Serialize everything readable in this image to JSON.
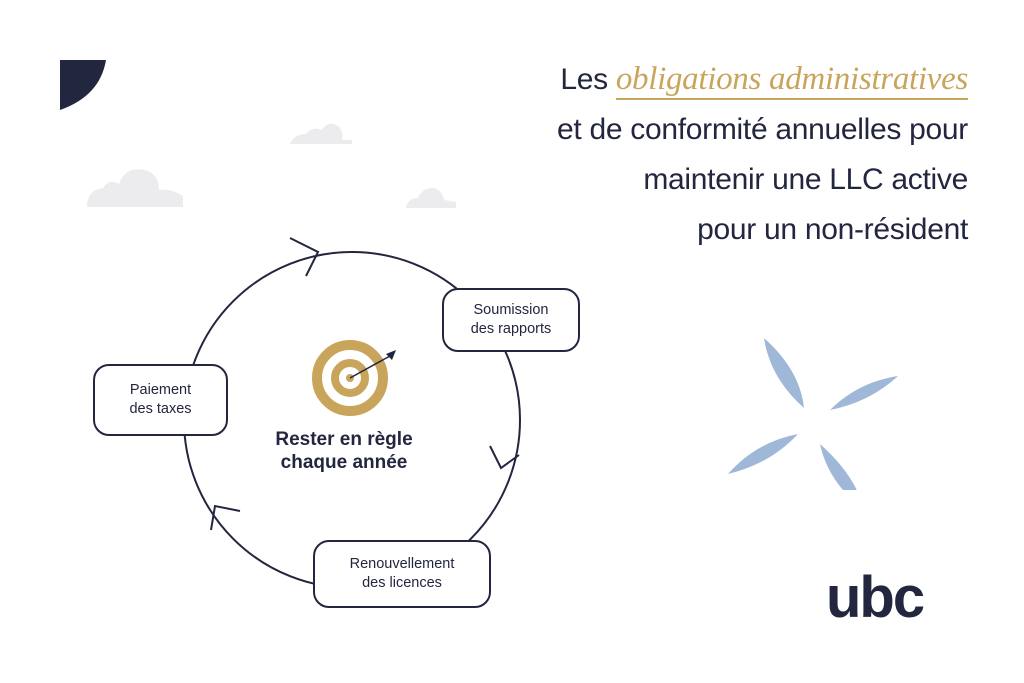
{
  "title": {
    "prefix": "Les ",
    "highlight": "obligations administratives",
    "line2": "et de conformité annuelles pour",
    "line3": "maintenir une LLC active",
    "line4": "pour un non-résident"
  },
  "cycle": {
    "center_label_line1": "Rester en règle",
    "center_label_line2": "chaque année",
    "center_icon": "target-with-arrow-icon",
    "steps": [
      {
        "line1": "Soumission",
        "line2": "des rapports"
      },
      {
        "line1": "Renouvellement",
        "line2": "des licences"
      },
      {
        "line1": "Paiement",
        "line2": "des taxes"
      }
    ],
    "direction": "clockwise"
  },
  "brand": {
    "logo_text": "ubc"
  },
  "colors": {
    "navy": "#23263f",
    "gold": "#c9a55c",
    "light_blue": "#9fb8d8",
    "cloud_gray": "#ececee"
  }
}
